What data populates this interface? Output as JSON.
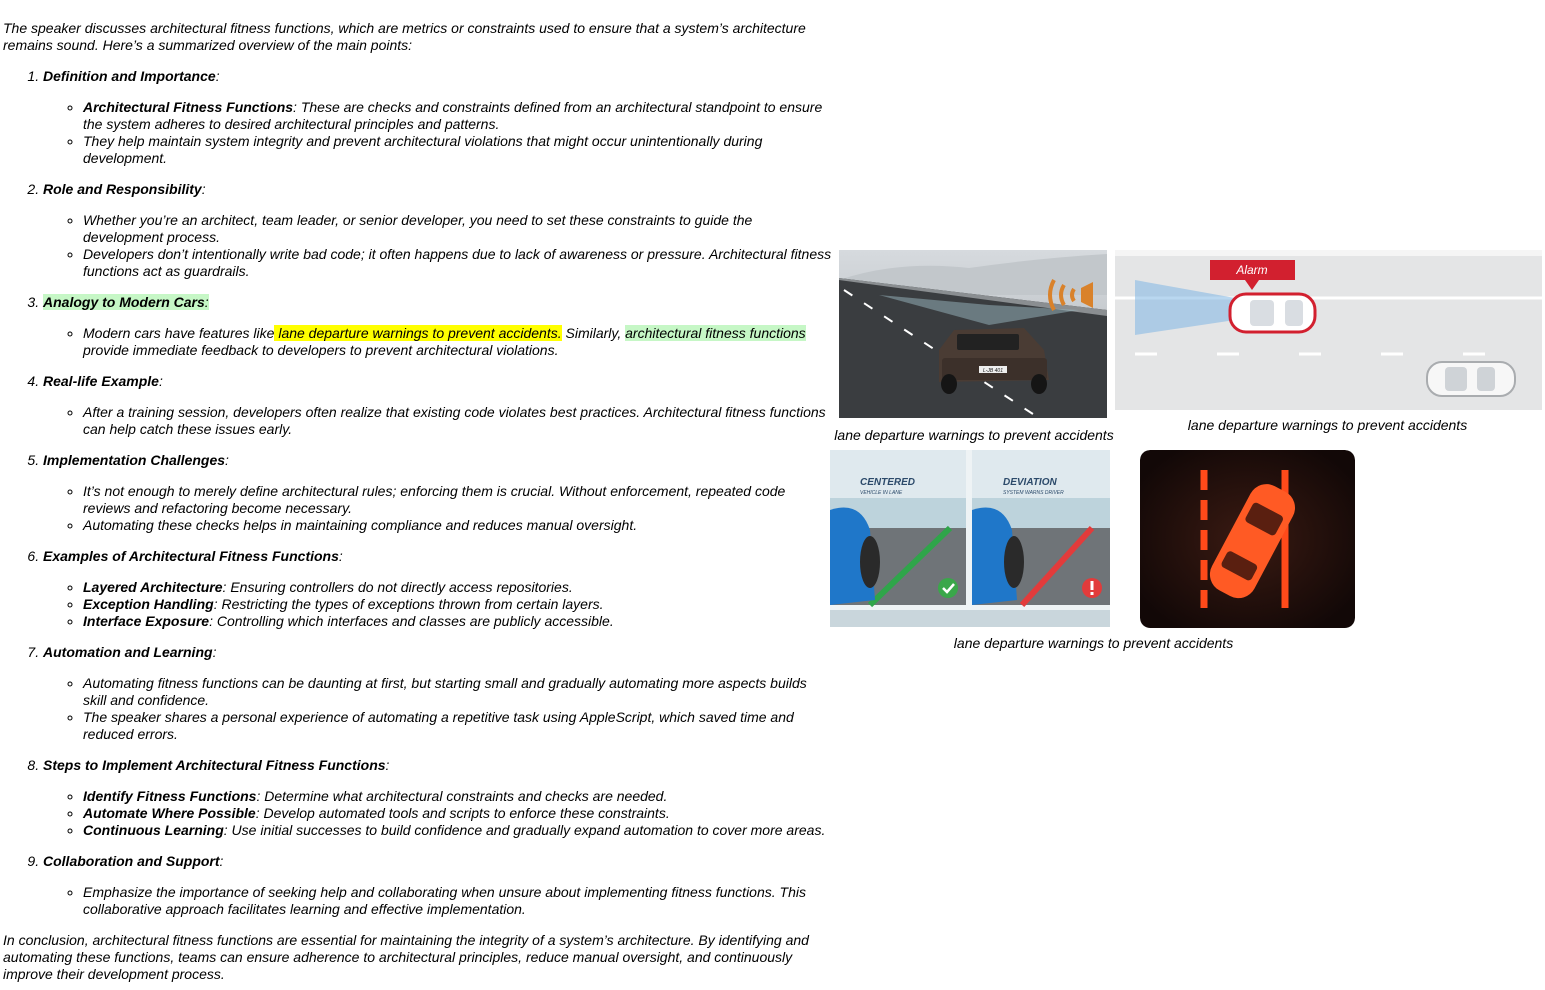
{
  "intro": "The speaker discusses architectural fitness functions, which are metrics or constraints used to ensure that a system’s architecture remains sound. Here’s a summarized overview of the main points:",
  "sections": [
    {
      "title": "Definition and Importance",
      "suffix": ":",
      "items": [
        {
          "bold": "Architectural Fitness Functions",
          "text": ": These are checks and constraints defined from an architectural standpoint to ensure the system adheres to desired architectural principles and patterns."
        },
        {
          "bold": "",
          "text": "They help maintain system integrity and prevent architectural violations that might occur unintentionally during development."
        }
      ]
    },
    {
      "title": "Role and Responsibility",
      "suffix": ":",
      "items": [
        {
          "bold": "",
          "text": "Whether you’re an architect, team leader, or senior developer, you need to set these constraints to guide the development process."
        },
        {
          "bold": "",
          "text": "Developers don’t intentionally write bad code; it often happens due to lack of awareness or pressure. Architectural fitness functions act as guardrails."
        }
      ]
    },
    {
      "title": "Analogy to Modern Cars",
      "suffix": ":",
      "items": [
        {
          "pre": "Modern cars have features like",
          "hl1": " lane departure warnings to prevent accidents.",
          "mid": " Similarly, ",
          "hl2": "architectural fitness functions",
          "post": " provide immediate feedback to developers to prevent architectural violations."
        }
      ]
    },
    {
      "title": "Real-life Example",
      "suffix": ":",
      "items": [
        {
          "bold": "",
          "text": "After a training session, developers often realize that existing code violates best practices. Architectural fitness functions can help catch these issues early."
        }
      ]
    },
    {
      "title": "Implementation Challenges",
      "suffix": ":",
      "items": [
        {
          "bold": "",
          "text": "It’s not enough to merely define architectural rules; enforcing them is crucial. Without enforcement, repeated code reviews and refactoring become necessary."
        },
        {
          "bold": "",
          "text": "Automating these checks helps in maintaining compliance and reduces manual oversight."
        }
      ]
    },
    {
      "title": "Examples of Architectural Fitness Functions",
      "suffix": ":",
      "items": [
        {
          "bold": "Layered Architecture",
          "text": ": Ensuring controllers do not directly access repositories."
        },
        {
          "bold": "Exception Handling",
          "text": ": Restricting the types of exceptions thrown from certain layers."
        },
        {
          "bold": "Interface Exposure",
          "text": ": Controlling which interfaces and classes are publicly accessible."
        }
      ]
    },
    {
      "title": "Automation and Learning",
      "suffix": ":",
      "items": [
        {
          "bold": "",
          "text": "Automating fitness functions can be daunting at first, but starting small and gradually automating more aspects builds skill and confidence."
        },
        {
          "bold": "",
          "text": "The speaker shares a personal experience of automating a repetitive task using AppleScript, which saved time and reduced errors."
        }
      ]
    },
    {
      "title": "Steps to Implement Architectural Fitness Functions",
      "suffix": ":",
      "items": [
        {
          "bold": "Identify Fitness Functions",
          "text": ": Determine what architectural constraints and checks are needed."
        },
        {
          "bold": "Automate Where Possible",
          "text": ": Develop automated tools and scripts to enforce these constraints."
        },
        {
          "bold": "Continuous Learning",
          "text": ": Use initial successes to build confidence and gradually expand automation to cover more areas."
        }
      ]
    },
    {
      "title": "Collaboration and Support",
      "suffix": ":",
      "items": [
        {
          "bold": "",
          "text": "Emphasize the importance of seeking help and collaborating when unsure about implementing fitness functions. This collaborative approach facilitates learning and effective implementation."
        }
      ]
    }
  ],
  "conclusion": "In conclusion, architectural fitness functions are essential for maintaining the integrity of a system’s architecture. By identifying and automating these functions, teams can ensure adherence to architectural principles, reduce manual oversight, and continuously improve their development process.",
  "figures": {
    "caption_1": "lane departure warnings to prevent accidents",
    "caption_2": "lane departure warnings to prevent accidents",
    "caption_3": "lane departure warnings to prevent accidents",
    "alarm_label": "Alarm",
    "centered_title": "CENTERED",
    "centered_sub": "VEHICLE IN LANE",
    "deviation_title": "DEVIATION",
    "deviation_sub": "SYSTEM WARNS DRIVER",
    "plate_text": "L-JB 401"
  },
  "colors": {
    "highlight_yellow": "#ffff00",
    "highlight_green": "#c6f7c6",
    "alarm_red": "#d2202f",
    "ok_green": "#3aa74a",
    "warn_red": "#e23b3b",
    "dash_orange": "#ff4a1a"
  }
}
